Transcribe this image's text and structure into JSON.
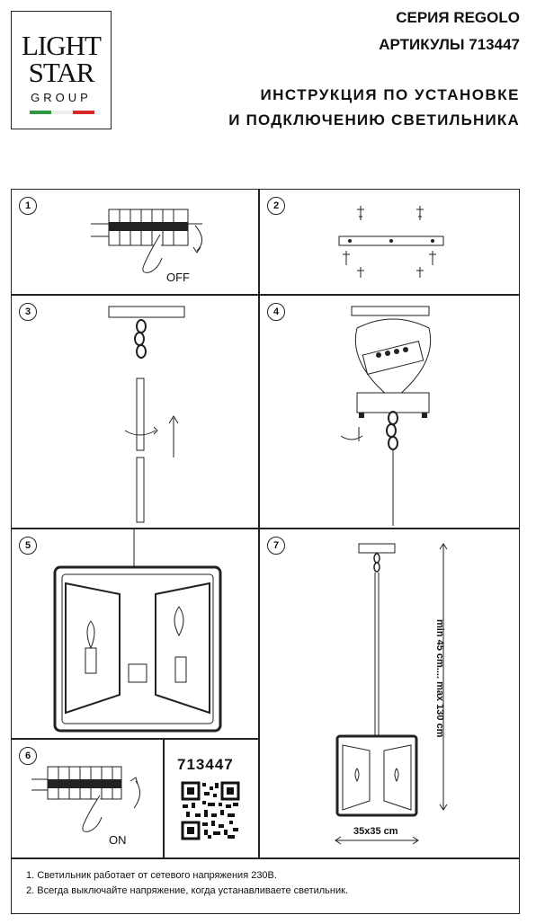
{
  "logo": {
    "line1": "LIGHT",
    "line2": "STAR",
    "line3": "GROUP",
    "flag_colors": [
      "#2e9a3f",
      "#ffffff",
      "#d62828"
    ]
  },
  "header": {
    "series": "СЕРИЯ REGOLO",
    "articles": "АРТИКУЛЫ 713447",
    "title_line1": "ИНСТРУКЦИЯ ПО УСТАНОВКЕ",
    "title_line2": "И ПОДКЛЮЧЕНИЮ СВЕТИЛЬНИКА"
  },
  "steps": [
    {
      "number": "1",
      "label": "OFF"
    },
    {
      "number": "2"
    },
    {
      "number": "3"
    },
    {
      "number": "4"
    },
    {
      "number": "5"
    },
    {
      "number": "6",
      "label": "ON"
    },
    {
      "number": "7",
      "height_range": "min 45 cm.... max 130 cm",
      "size": "35x35 cm"
    }
  ],
  "article_code": "713447",
  "notes": [
    "1. Светильник работает от сетевого напряжения 230В.",
    "2. Всегда выключайте напряжение, когда устанавливаете светильник."
  ]
}
